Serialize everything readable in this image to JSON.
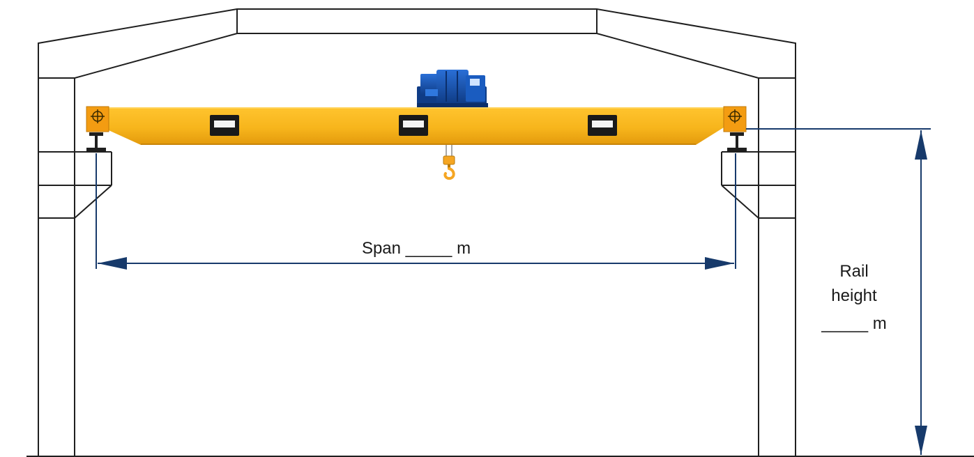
{
  "labels": {
    "span": "Span _____ m",
    "rail_height_line1": "Rail",
    "rail_height_line2": "height",
    "rail_height_line3": "_____ m"
  },
  "colors": {
    "structure": "#1f1f1f",
    "dimension_line": "#173a6b",
    "girder": "#f7b51c",
    "girder_shade": "#e39a0c",
    "end_plate": "#f39c12",
    "hoist_blue": "#1756b8",
    "hoist_dark": "#0f3c86",
    "hook": "#f5a623",
    "window_frame": "#1a1a1a"
  },
  "icons": {
    "end_marker": "crosshair-icon",
    "hook": "crane-hook-icon"
  }
}
